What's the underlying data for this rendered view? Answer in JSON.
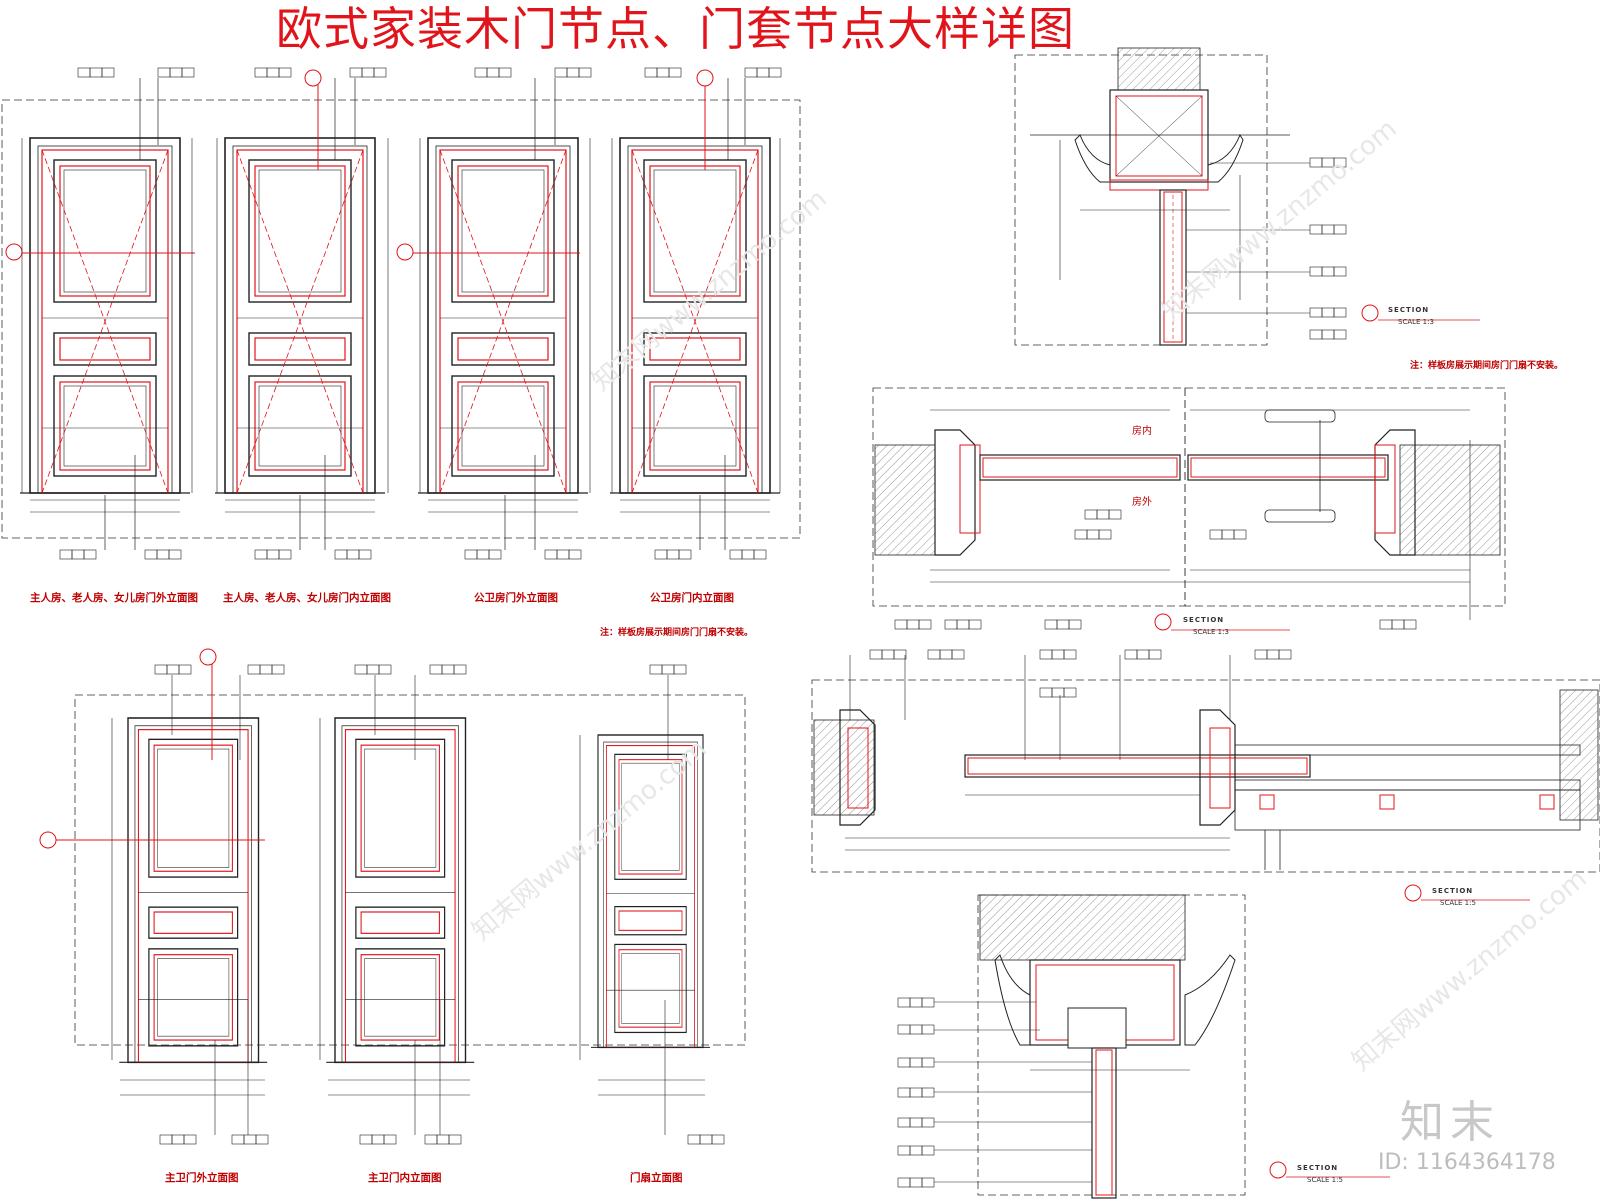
{
  "title": "欧式家装木门节点、门套节点大样详图",
  "captions": {
    "c1": "主人房、老人房、女儿房门外立面图",
    "c2": "主人房、老人房、女儿房门内立面图",
    "c3": "公卫房门外立面图",
    "c4": "公卫房门内立面图",
    "c5": "主卫门外立面图",
    "c6": "主卫门内立面图",
    "c7": "门扇立面图"
  },
  "notes": {
    "n1": "注：样板房展示期间房门门扇不安装。",
    "n2": "注：样板房展示期间房门门扇不安装。"
  },
  "sections": {
    "s1": {
      "title": "SECTION",
      "scale": "SCALE 1:3"
    },
    "s2": {
      "title": "SECTION",
      "scale": "SCALE 1:3"
    },
    "s3": {
      "title": "SECTION",
      "scale": "SCALE 1:5"
    },
    "s4": {
      "title": "SECTION",
      "scale": "SCALE 1:5"
    }
  },
  "room_tags": {
    "inside": "房内",
    "outside": "房外"
  },
  "brand": "知末",
  "id_text": "ID: 1164364178",
  "colors": {
    "title_red": "#e0141a",
    "line_red": "#e0141a",
    "caption_red": "#c00000",
    "ink": "#222222"
  },
  "watermark": "知末网www.znzmo.com"
}
